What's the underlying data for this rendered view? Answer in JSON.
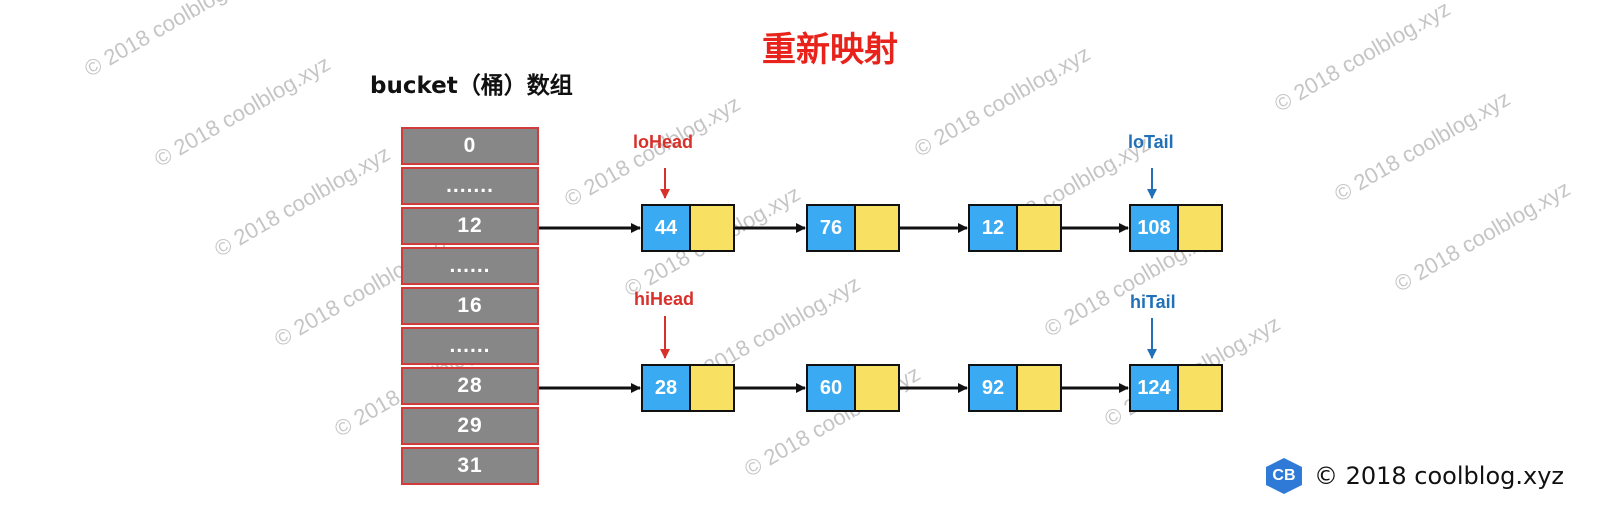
{
  "title": "重新映射",
  "bucket_label": "bucket（桶）数组",
  "buckets": [
    "0",
    ".......",
    "12",
    "......",
    "16",
    "......",
    "28",
    "29",
    "31"
  ],
  "lo_list": {
    "head_label": "loHead",
    "tail_label": "loTail",
    "nodes": [
      "44",
      "76",
      "12",
      "108"
    ]
  },
  "hi_list": {
    "head_label": "hiHead",
    "tail_label": "hiTail",
    "nodes": [
      "28",
      "60",
      "92",
      "124"
    ]
  },
  "watermark": "© 2018 coolblog.xyz",
  "brand": {
    "logo": "CB",
    "text": "© 2018 coolblog.xyz"
  },
  "colors": {
    "title": "#e8231c",
    "cell_fill": "#878787",
    "cell_border": "#d23b3b",
    "node_value": "#3aaaf2",
    "node_next": "#f8e162",
    "head_pointer": "#d8302a",
    "tail_pointer": "#2170b8"
  }
}
